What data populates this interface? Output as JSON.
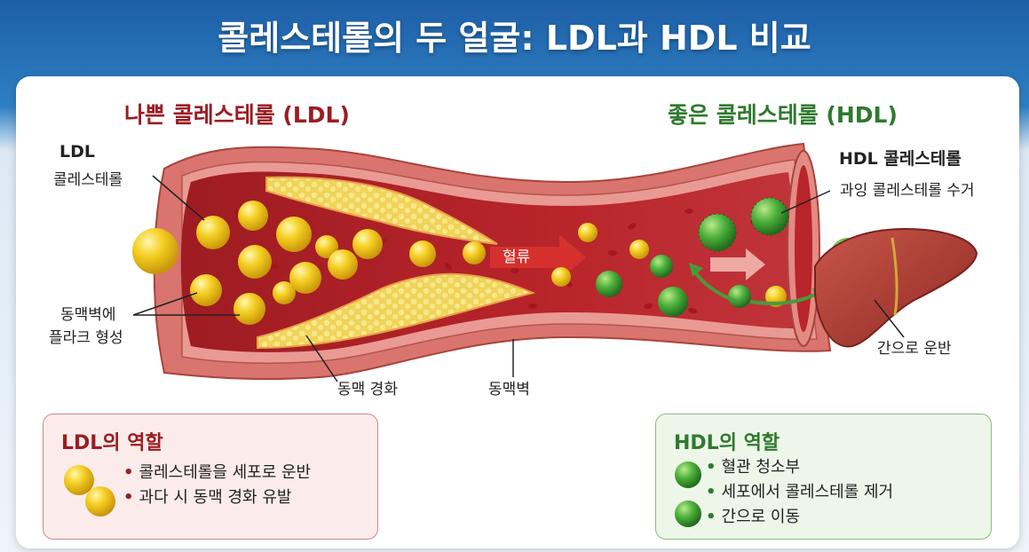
{
  "title": "콜레스테롤의 두 얼굴: LDL과 HDL 비교",
  "headings": {
    "ldl": "나쁜 콜레스테롤 (LDL)",
    "hdl": "좋은 콜레스테롤 (HDL)"
  },
  "labels": {
    "ldl_title": "LDL",
    "ldl_sub": "콜레스테롤",
    "plaque_line1": "동맥벽에",
    "plaque_line2": "플라크 형성",
    "sclerosis": "동맥 경화",
    "artery_wall": "동맥벽",
    "blood_flow": "혈류",
    "hdl_title": "HDL 콜레스테롤",
    "hdl_sub": "과잉 콜레스테롤 수거",
    "liver": "간으로 운반"
  },
  "ldl_box": {
    "title": "LDL의 역할",
    "items": [
      "콜레스테롤을 세포로 운반",
      "과다 시 동맥 경화 유발"
    ]
  },
  "hdl_box": {
    "title": "HDL의 역할",
    "items": [
      "혈관 청소부",
      "세포에서 콜레스테롤 제거",
      "간으로 이동"
    ]
  },
  "colors": {
    "ldl": "#9b1c22",
    "hdl": "#2e7a2e",
    "ldl_particle": "#f2c51d",
    "hdl_particle": "#4caf3a",
    "artery": "#d9756e",
    "lumen": "#b8252b",
    "plaque": "#f3dc6a"
  }
}
